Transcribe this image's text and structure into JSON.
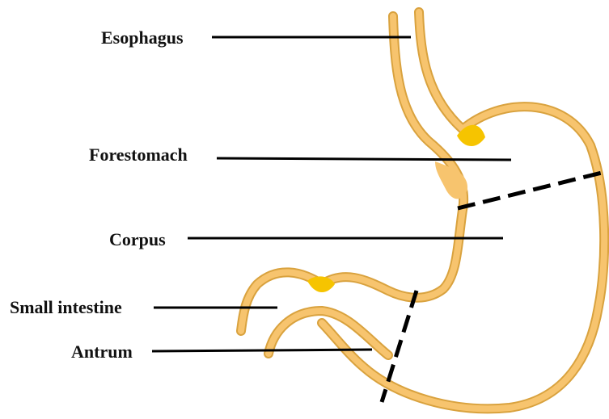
{
  "labels": {
    "esophagus": "Esophagus",
    "forestomach": "Forestomach",
    "corpus": "Corpus",
    "small_intestine": "Small intestine",
    "antrum": "Antrum"
  },
  "colors": {
    "wall_fill": "#F7C46E",
    "wall_outline": "#D9A23E",
    "highlight": "#F6C400",
    "leader_line": "#000000",
    "background": "#FFFFFF"
  }
}
